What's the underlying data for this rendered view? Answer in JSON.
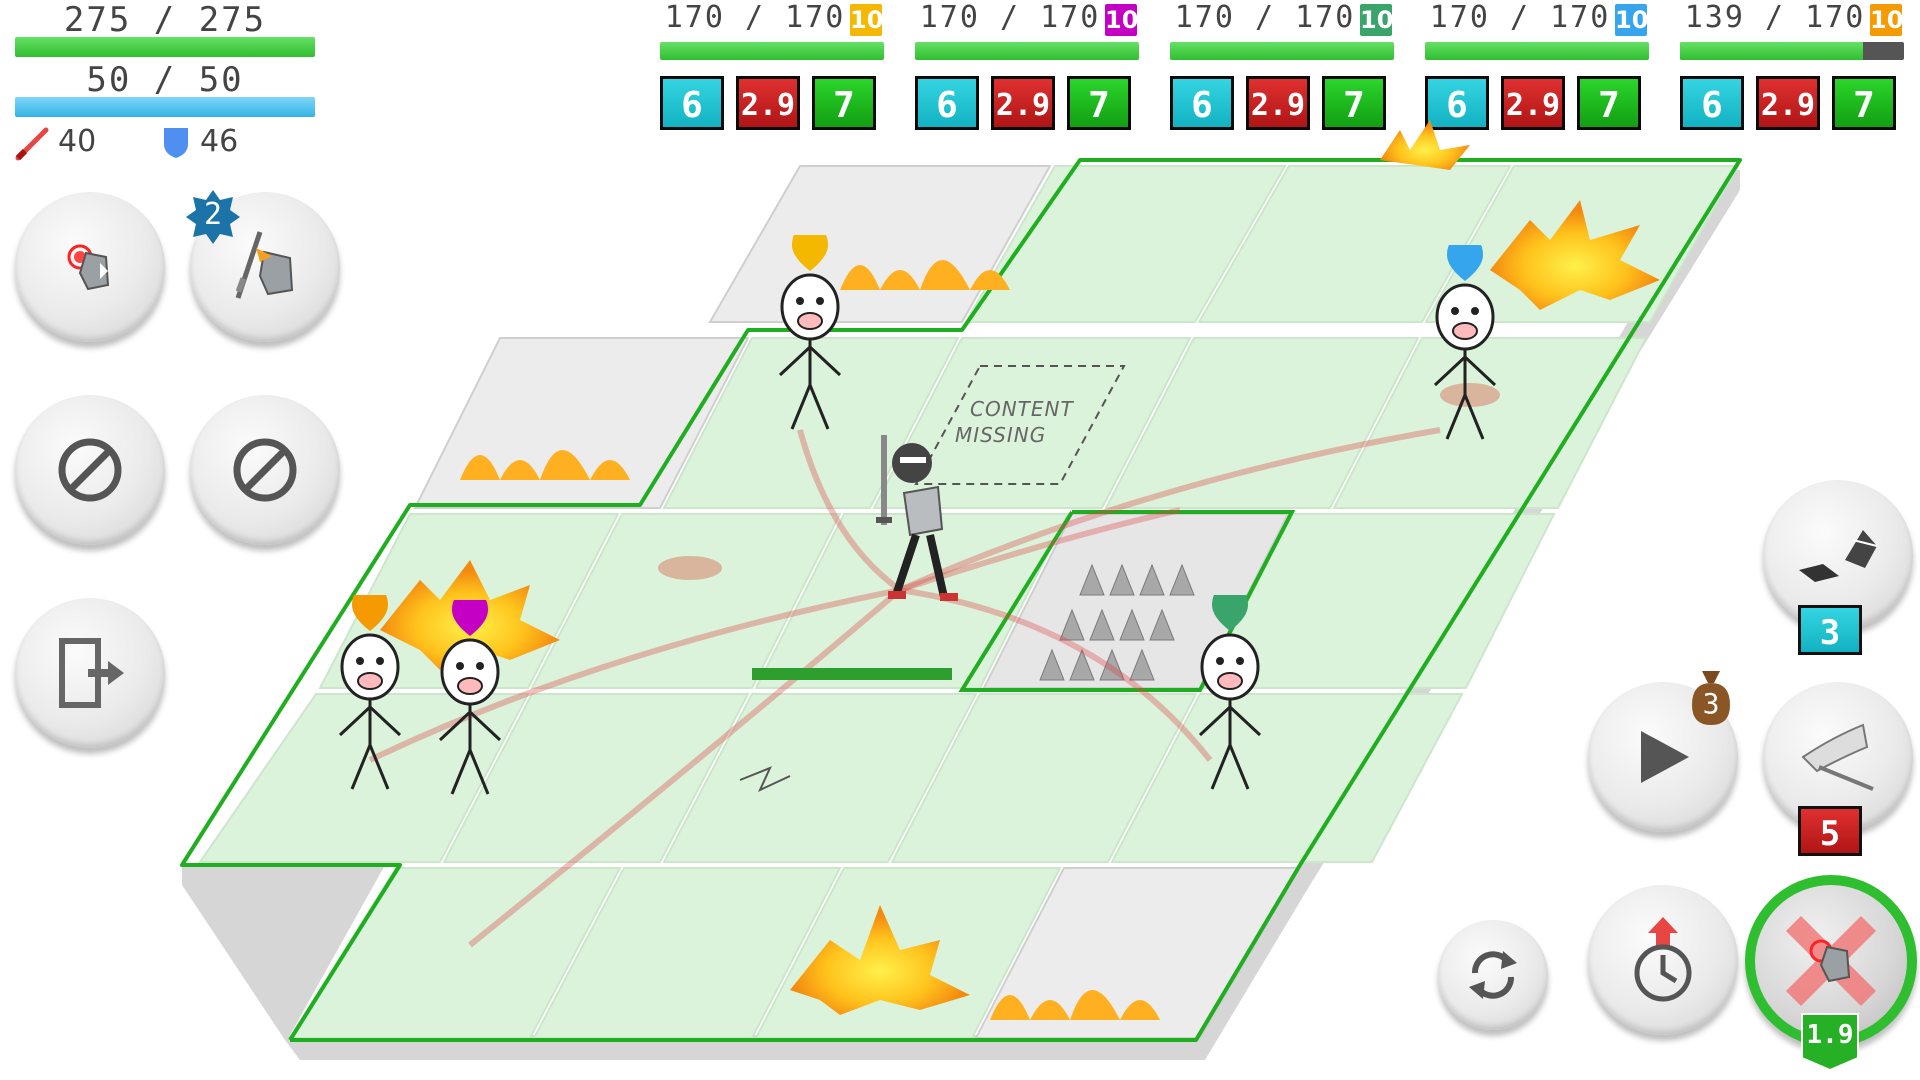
{
  "player": {
    "hp_text": "275 / 275",
    "hp_fraction": 1.0,
    "mp_text": "50 / 50",
    "mp_fraction": 1.0,
    "attack": "40",
    "defense": "46"
  },
  "enemies": [
    {
      "hp_text": "170 / 170",
      "hp_fraction": 1.0,
      "level": "10",
      "level_color": "#f5b800",
      "stat_a": "6",
      "stat_b": "2.9",
      "stat_c": "7"
    },
    {
      "hp_text": "170 / 170",
      "hp_fraction": 1.0,
      "level": "10",
      "level_color": "#c400c4",
      "stat_a": "6",
      "stat_b": "2.9",
      "stat_c": "7"
    },
    {
      "hp_text": "170 / 170",
      "hp_fraction": 1.0,
      "level": "10",
      "level_color": "#3aa56a",
      "stat_a": "6",
      "stat_b": "2.9",
      "stat_c": "7"
    },
    {
      "hp_text": "170 / 170",
      "hp_fraction": 1.0,
      "level": "10",
      "level_color": "#35a6ee",
      "stat_a": "6",
      "stat_b": "2.9",
      "stat_c": "7"
    },
    {
      "hp_text": "139 / 170",
      "hp_fraction": 0.818,
      "level": "10",
      "level_color": "#f59a00",
      "stat_a": "6",
      "stat_b": "2.9",
      "stat_c": "7"
    }
  ],
  "left_buttons": {
    "skill_badge": "2"
  },
  "right_buttons": {
    "dash_count": "3",
    "bag_count": "3",
    "slash_count": "5",
    "main_attack_cost": "1.9"
  },
  "board": {
    "missing_line1": "CONTENT",
    "missing_line2": "MISSING"
  },
  "colors": {
    "tile": "#dbf3db",
    "tile_edge": "#1fae1f",
    "hp_green": "#3cc83c",
    "mp_blue": "#33b4e6"
  }
}
